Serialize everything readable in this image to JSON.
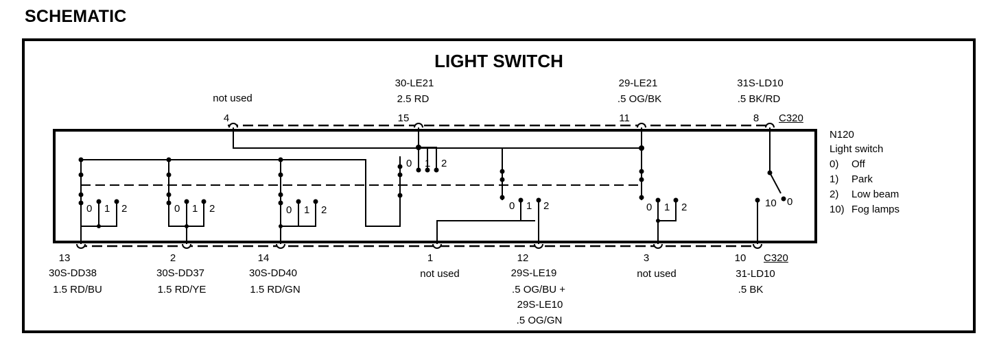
{
  "heading": "SCHEMATIC",
  "switch_title": "LIGHT SWITCH",
  "component": {
    "id": "N120",
    "name": "Light switch",
    "positions": [
      {
        "num": "0)",
        "label": "Off"
      },
      {
        "num": "1)",
        "label": "Park"
      },
      {
        "num": "2)",
        "label": "Low beam"
      },
      {
        "num": "10)",
        "label": "Fog lamps"
      }
    ]
  },
  "connectors": {
    "top": "C320",
    "bottom": "C320"
  },
  "top_pins": [
    {
      "pin": "4",
      "lines": [
        "not used"
      ]
    },
    {
      "pin": "15",
      "lines": [
        "30-LE21",
        "2.5 RD"
      ]
    },
    {
      "pin": "11",
      "lines": [
        "29-LE21",
        ".5 OG/BK"
      ]
    },
    {
      "pin": "8",
      "lines": [
        "31S-LD10",
        ".5 BK/RD"
      ]
    }
  ],
  "bottom_pins": [
    {
      "pin": "13",
      "lines": [
        "30S-DD38",
        "1.5 RD/BU"
      ]
    },
    {
      "pin": "2",
      "lines": [
        "30S-DD37",
        "1.5 RD/YE"
      ]
    },
    {
      "pin": "14",
      "lines": [
        "30S-DD40",
        "1.5 RD/GN"
      ]
    },
    {
      "pin": "1",
      "lines": [
        "not used"
      ]
    },
    {
      "pin": "12",
      "lines": [
        "29S-LE19",
        ".5 OG/BU +",
        "29S-LE10",
        ".5 OG/GN"
      ]
    },
    {
      "pin": "3",
      "lines": [
        "not used"
      ]
    },
    {
      "pin": "10",
      "lines": [
        "31-LD10",
        ".5 BK"
      ]
    }
  ],
  "switch_labels": {
    "p0": "0",
    "p1": "1",
    "p2": "2",
    "p10": "10"
  }
}
